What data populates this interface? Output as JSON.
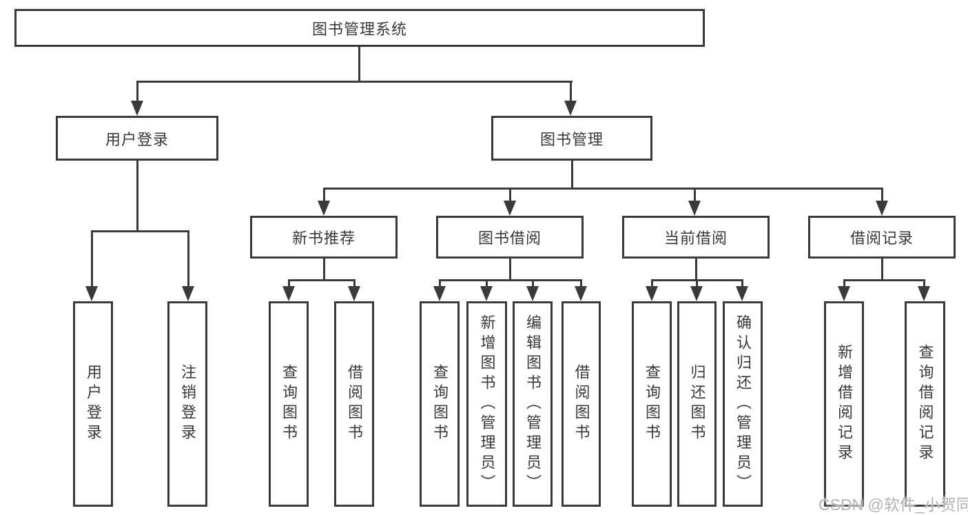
{
  "diagram": {
    "root": {
      "label": "图书管理系统"
    },
    "branches": [
      {
        "label": "用户登录",
        "children": [
          {
            "label": "用户登录"
          },
          {
            "label": "注销登录"
          }
        ]
      },
      {
        "label": "图书管理",
        "children": [
          {
            "label": "新书推荐",
            "children": [
              {
                "label": "查询图书"
              },
              {
                "label": "借阅图书"
              }
            ]
          },
          {
            "label": "图书借阅",
            "children": [
              {
                "label": "查询图书"
              },
              {
                "label": "新增图书（管理员）"
              },
              {
                "label": "编辑图书（管理员）"
              },
              {
                "label": "借阅图书"
              }
            ]
          },
          {
            "label": "当前借阅",
            "children": [
              {
                "label": "查询图书"
              },
              {
                "label": "归还图书"
              },
              {
                "label": "确认归还（管理员）"
              }
            ]
          },
          {
            "label": "借阅记录",
            "children": [
              {
                "label": "新增借阅记录"
              },
              {
                "label": "查询借阅记录"
              }
            ]
          }
        ]
      }
    ]
  },
  "watermark": {
    "text": "CSDN @软件_小贺同学"
  },
  "colors": {
    "line": "#3a3a3a",
    "text": "#383838",
    "watermark": "#b2b2b2",
    "background": "#ffffff"
  }
}
